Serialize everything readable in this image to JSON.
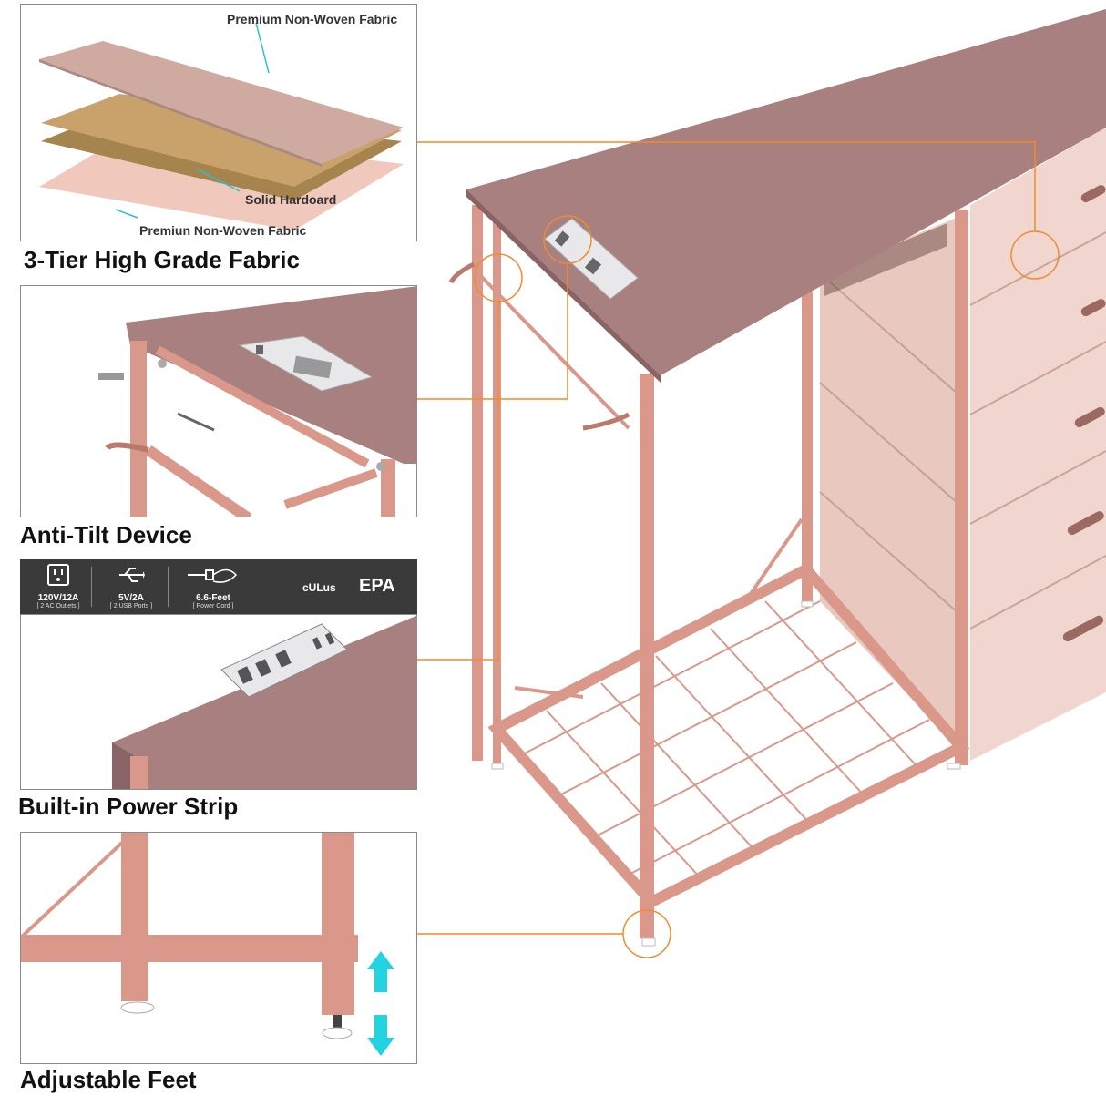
{
  "panels": {
    "fabric": {
      "caption": "3-Tier High Grade Fabric",
      "callouts": {
        "top": "Premium Non-Woven Fabric",
        "middle": "Solid Hardoard",
        "bottom": "Premiun Non-Woven Fabric"
      }
    },
    "anti_tilt": {
      "caption": "Anti-Tilt Device"
    },
    "power": {
      "caption": "Built-in Power Strip",
      "specs": [
        {
          "icon": "ac-outlet-icon",
          "value": "120V/12A",
          "sub": "[ 2 AC Outlets ]"
        },
        {
          "icon": "usb-icon",
          "value": "5V/2A",
          "sub": "[ 2 USB Ports ]"
        },
        {
          "icon": "power-cord-icon",
          "value": "6.6-Feet",
          "sub": "[ Power Cord ]"
        }
      ],
      "certifications": {
        "ul": "cULus",
        "epa": "EPA"
      }
    },
    "feet": {
      "caption": "Adjustable Feet"
    }
  },
  "colors": {
    "frame": "#d9988a",
    "frame_dark": "#b87a6d",
    "top": "#a88080",
    "fabric": "#f0d6cf",
    "leader": "#f28a2e",
    "arrow": "#22d3e0",
    "callout_line": "#2bbfd6"
  }
}
